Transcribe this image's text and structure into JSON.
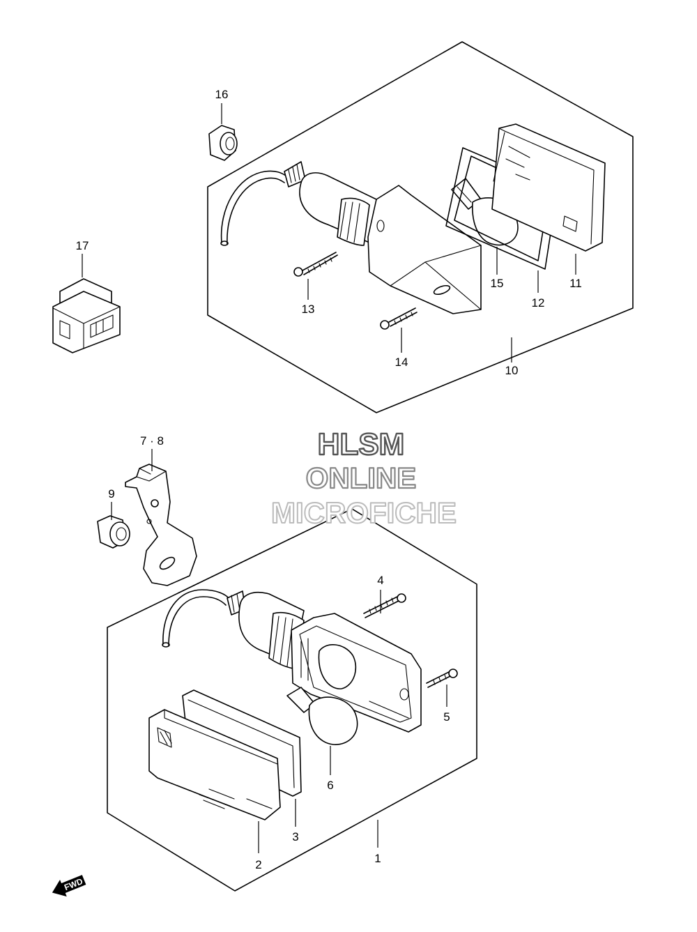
{
  "watermark": {
    "line1": "HLSM",
    "line2": "ONLINE",
    "line3": "MICROFICHE"
  },
  "callouts": {
    "c1": "1",
    "c2": "2",
    "c3": "3",
    "c4": "4",
    "c5": "5",
    "c6": "6",
    "c7_8": "7 · 8",
    "c9": "9",
    "c10": "10",
    "c11": "11",
    "c12": "12",
    "c13": "13",
    "c14": "14",
    "c15": "15",
    "c16": "16",
    "c17": "17"
  },
  "fwd_label": "FWD"
}
